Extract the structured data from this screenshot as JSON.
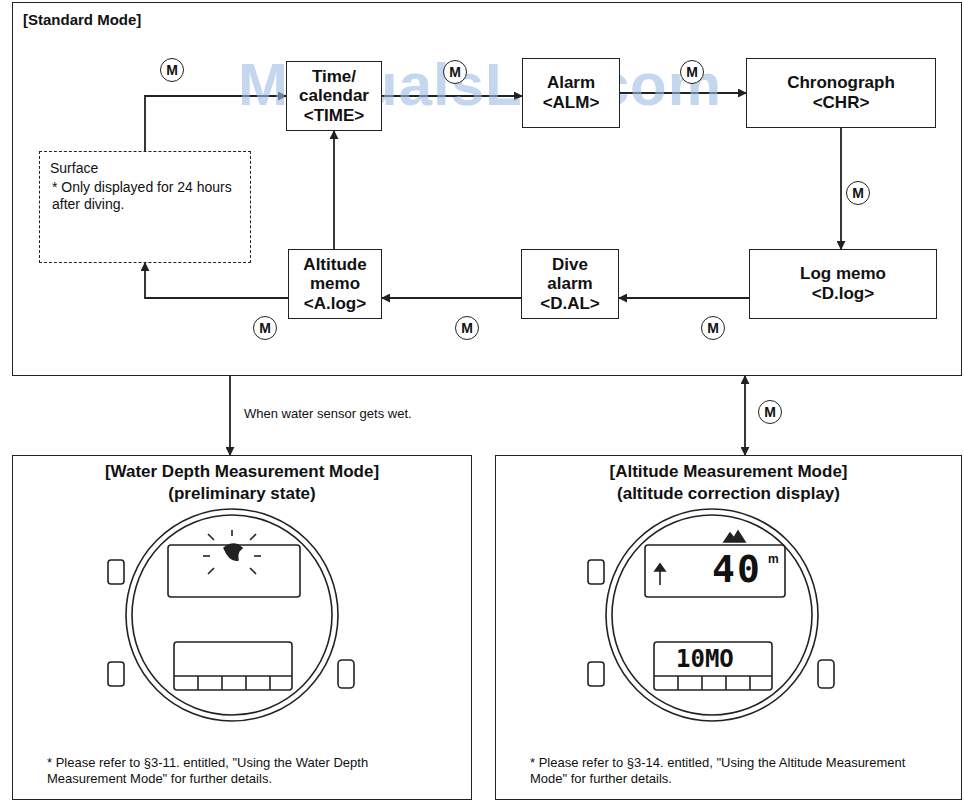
{
  "diagram": {
    "nodes": [
      {
        "text": [
          "[Standard Mode]"
        ]
      },
      {
        "text": [
          "Time/ calendar",
          "<TIME>"
        ],
        "in": 0
      },
      {
        "text": [
          "Alarm",
          "<ALM>"
        ],
        "in": 0
      },
      {
        "text": [
          "Chronograph",
          "<CHR>"
        ],
        "in": 0
      },
      {
        "text": [
          "Surface",
          "* Only displayed for 24 hours after diving."
        ],
        "in": 0
      },
      {
        "text": [
          "Altitude memo",
          "<A.log>"
        ],
        "in": 0
      },
      {
        "text": [
          "Dive alarm",
          "<D.AL>"
        ],
        "in": 0
      },
      {
        "text": [
          "Log memo",
          "<D.log>"
        ],
        "in": 0
      },
      {
        "text": [
          "[Water Depth Measurement Mode]",
          "(preliminary state)",
          "* Please refer to §3-11. entitled, \"Using the Water Depth Measurement Mode\" for further details."
        ]
      },
      {
        "text": [
          "[Altitude Measurement Mode]",
          "(altitude correction display)",
          "* Please refer to §3-14. entitled, \"Using the Altitude Measurement Mode\" for further details."
        ]
      }
    ],
    "edges": [
      {
        "from": 1,
        "to": 2,
        "arrow": "to",
        "label": "M"
      },
      {
        "from": 2,
        "to": 3,
        "arrow": "to",
        "label": "M"
      },
      {
        "from": 3,
        "to": 7,
        "arrow": "to",
        "label": "M"
      },
      {
        "from": 7,
        "to": 6,
        "arrow": "to",
        "label": "M"
      },
      {
        "from": 6,
        "to": 5,
        "arrow": "to",
        "label": "M"
      },
      {
        "from": 5,
        "to": 4,
        "arrow": "to",
        "label": "M"
      },
      {
        "from": 4,
        "to": 1,
        "arrow": "to",
        "label": "M"
      },
      {
        "from": 5,
        "to": 1,
        "arrow": "to"
      },
      {
        "from": 0,
        "to": 8,
        "arrow": "to",
        "label": "When water sensor gets wet."
      },
      {
        "from": 0,
        "to": 9,
        "arrow": "both",
        "label": "M"
      }
    ],
    "labels": [
      "ManualsLib.com",
      "40",
      "m",
      "10MO"
    ]
  }
}
